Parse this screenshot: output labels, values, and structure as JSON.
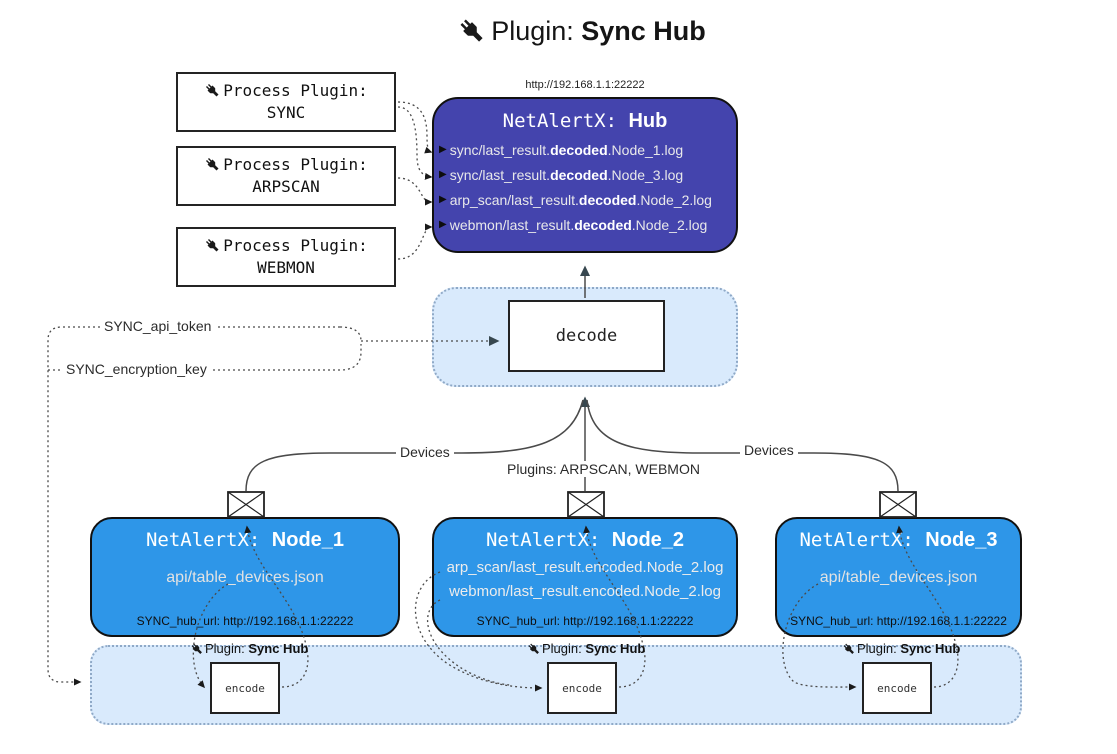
{
  "title": {
    "label": "Plugin:",
    "name": "Sync Hub"
  },
  "process_plugins": [
    {
      "label": "Process Plugin:",
      "name": "SYNC"
    },
    {
      "label": "Process Plugin:",
      "name": "ARPSCAN"
    },
    {
      "label": "Process Plugin:",
      "name": "WEBMON"
    }
  ],
  "hub": {
    "url": "http://192.168.1.1:22222",
    "prefix": "NetAlertX: ",
    "name": "Hub",
    "lines": [
      {
        "pre": "sync/last_result.",
        "bold": "decoded",
        "post": ".Node_1.log"
      },
      {
        "pre": "sync/last_result.",
        "bold": "decoded",
        "post": ".Node_3.log"
      },
      {
        "pre": "arp_scan/last_result.",
        "bold": "decoded",
        "post": ".Node_2.log"
      },
      {
        "pre": "webmon/last_result.",
        "bold": "decoded",
        "post": ".Node_2.log"
      }
    ]
  },
  "decode_label": "decode",
  "encode_label": "encode",
  "sync_badge": {
    "label": "Plugin: ",
    "name": "Sync Hub"
  },
  "settings": {
    "api_token": "SYNC_api_token",
    "encryption_key": "SYNC_encryption_key"
  },
  "edge_labels": {
    "devices_left": "Devices",
    "plugins": "Plugins: ARPSCAN, WEBMON",
    "devices_right": "Devices"
  },
  "nodes": [
    {
      "prefix": "NetAlertX: ",
      "name": "Node_1",
      "lines": [
        "api/table_devices.json"
      ],
      "hub_url": "SYNC_hub_url: http://192.168.1.1:22222"
    },
    {
      "prefix": "NetAlertX: ",
      "name": "Node_2",
      "lines": [
        "arp_scan/last_result.encoded.Node_2.log",
        "webmon/last_result.encoded.Node_2.log"
      ],
      "hub_url": "SYNC_hub_url: http://192.168.1.1:22222"
    },
    {
      "prefix": "NetAlertX: ",
      "name": "Node_3",
      "lines": [
        "api/table_devices.json"
      ],
      "hub_url": "SYNC_hub_url: http://192.168.1.1:22222"
    }
  ],
  "icons": {
    "arrow_right": "▶"
  },
  "colors": {
    "hub_bg": "#4444ad",
    "node_bg": "#2e96e8",
    "container_bg": "#d9eafc",
    "container_border": "#8fa9c7",
    "arrow_dark": "#37474f",
    "line": "#4a4a4a"
  }
}
